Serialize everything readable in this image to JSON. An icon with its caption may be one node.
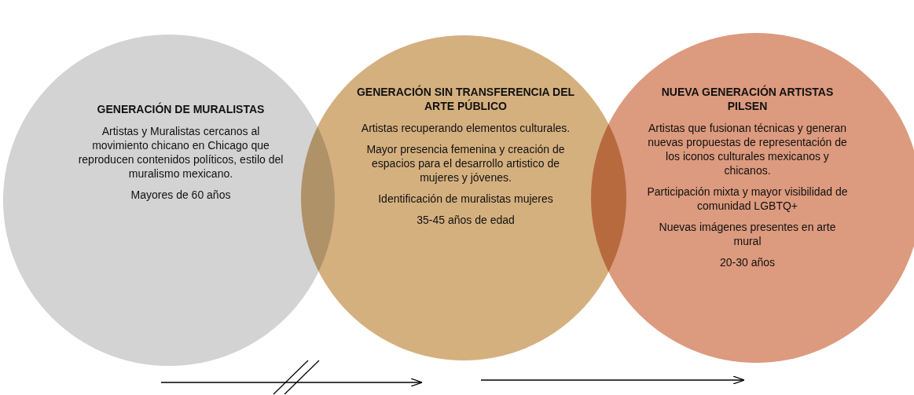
{
  "diagram": {
    "nodes": [
      {
        "text": [
          "GENERACIÓN DE MURALISTAS",
          "Artistas y Muralistas cercanos al movimiento chicano en Chicago que reproducen contenidos políticos, estilo del muralismo mexicano.",
          "Mayores de 60 años"
        ]
      },
      {
        "text": [
          "GENERACIÓN SIN TRANSFERENCIA DEL ARTE PÚBLICO",
          "Artistas recuperando elementos culturales.",
          "Mayor presencia femenina y creación de espacios para el desarrollo artistico de mujeres y jóvenes.",
          "Identificación de muralistas mujeres",
          "35-45 años de edad"
        ]
      },
      {
        "text": [
          "NUEVA GENERACIÓN ARTISTAS PILSEN",
          "Artistas que fusionan técnicas y generan nuevas propuestas de representación de los iconos culturales mexicanos y chicanos.",
          "Participación mixta y mayor visibilidad de comunidad LGBTQ+",
          "Nuevas imágenes presentes en arte mural",
          "20-30 años"
        ]
      }
    ]
  }
}
